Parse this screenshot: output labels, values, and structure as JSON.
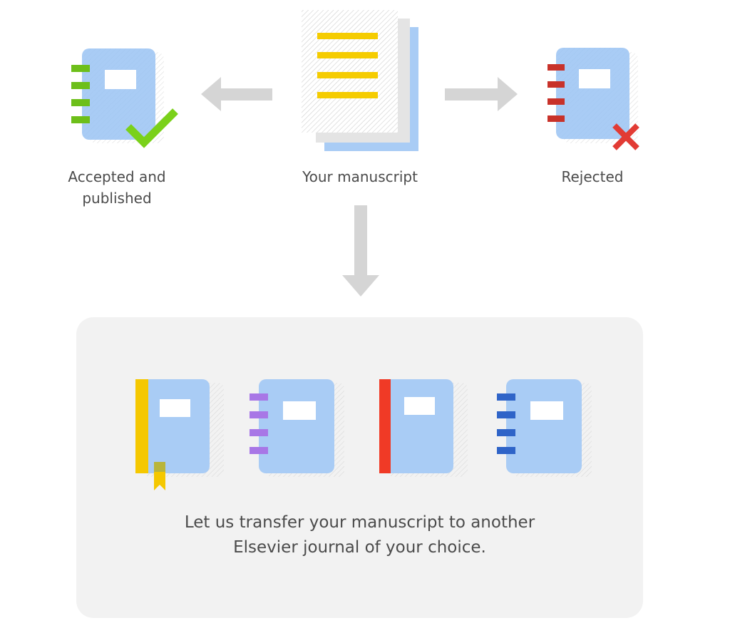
{
  "diagram": {
    "nodes": {
      "accepted": {
        "line1": "Accepted and",
        "line2": "published"
      },
      "manuscript": {
        "label": "Your manuscript"
      },
      "rejected": {
        "label": "Rejected"
      }
    },
    "transfer": {
      "line1": "Let us transfer your manuscript to another",
      "line2": "Elsevier journal of your choice."
    },
    "colors": {
      "notebook_blue": "#a9ccf5",
      "notebook_label": "#ffffff",
      "accepted_green": "#6dbf1a",
      "check_green": "#7ad11a",
      "rejected_red": "#c8322a",
      "cross_red": "#e23b34",
      "manuscript_lines": "#f5cc00",
      "arrow_gray": "#d5d5d5",
      "panel_bg": "#f2f2f2",
      "journal_yellow": "#f5c800",
      "journal_purple": "#a877e6",
      "journal_red": "#f03a26",
      "journal_blue": "#2f64c8"
    },
    "icons": [
      "notebook-accepted-icon",
      "checkmark-icon",
      "manuscript-pages-icon",
      "notebook-rejected-icon",
      "cross-icon",
      "arrow-left-icon",
      "arrow-right-icon",
      "arrow-down-icon",
      "journal-bookmark-icon",
      "journal-spiral-purple-icon",
      "journal-red-spine-icon",
      "journal-spiral-blue-icon"
    ]
  }
}
